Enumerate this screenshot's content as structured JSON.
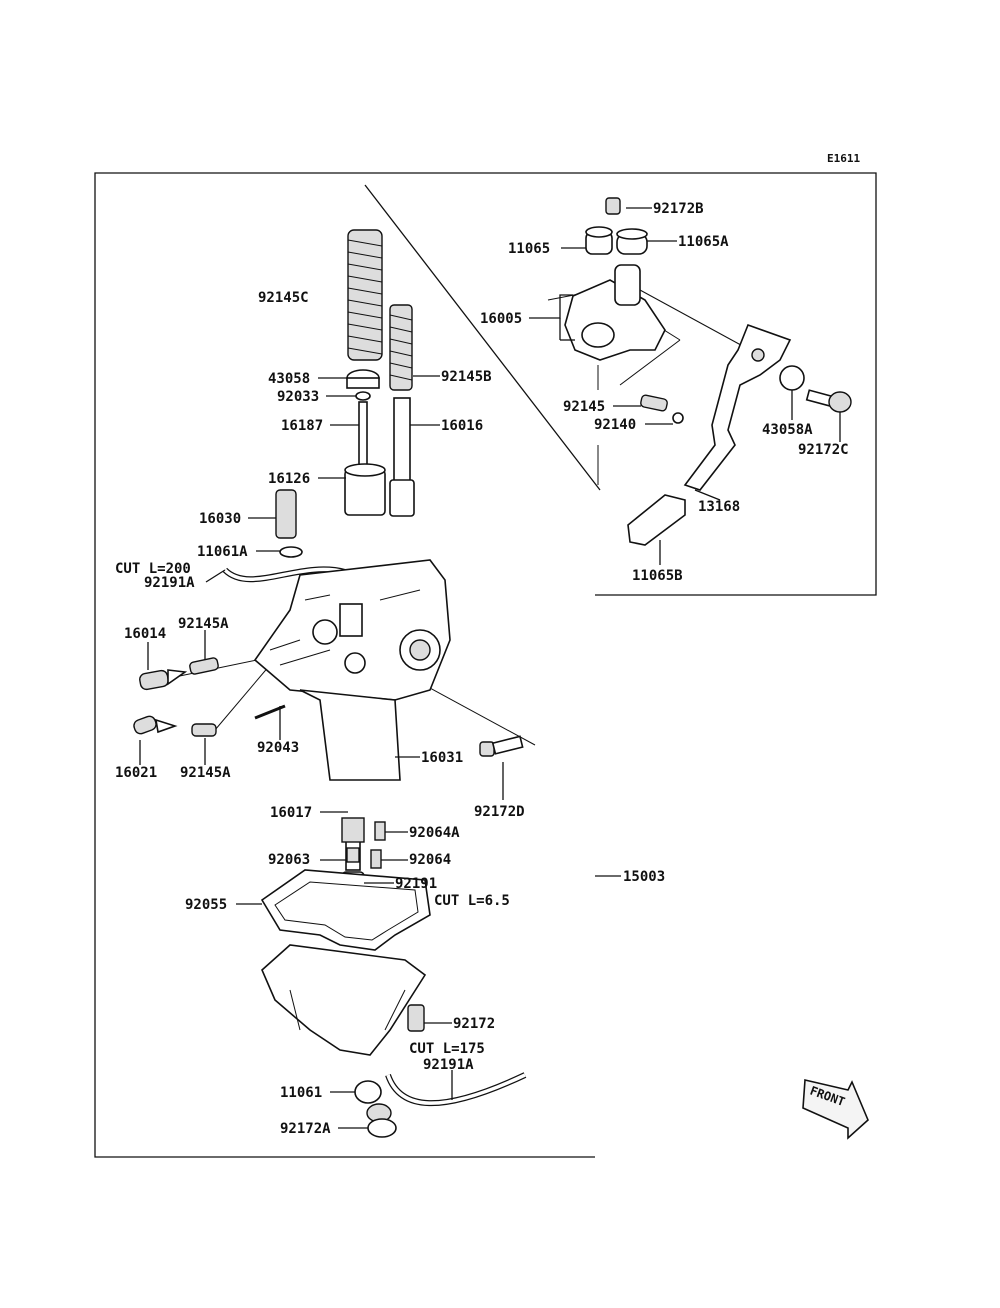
{
  "diagram_code": "E1611",
  "front_label": "FRONT",
  "labels": {
    "p92172B": "92172B",
    "p11065": "11065",
    "p11065A": "11065A",
    "p16005": "16005",
    "p92145C": "92145C",
    "p43058": "43058",
    "p92145B": "92145B",
    "p92033": "92033",
    "p16187": "16187",
    "p16016": "16016",
    "p16126": "16126",
    "p16030": "16030",
    "p11061A": "11061A",
    "cut200": "CUT L=200",
    "p92191A_top": "92191A",
    "p16014": "16014",
    "p92145A_top": "92145A",
    "p16021": "16021",
    "p92145A_bot": "92145A",
    "p92043": "92043",
    "p16031": "16031",
    "p92172D": "92172D",
    "p16017": "16017",
    "p92064A": "92064A",
    "p92063": "92063",
    "p92064": "92064",
    "p92191": "92191",
    "cut65": "CUT L=6.5",
    "p92055": "92055",
    "p15003": "15003",
    "p92172": "92172",
    "cut175": "CUT L=175",
    "p92191A_bot": "92191A",
    "p11061": "11061",
    "p92172A": "92172A",
    "p92145": "92145",
    "p92140": "92140",
    "p43058A": "43058A",
    "p92172C": "92172C",
    "p13168": "13168",
    "p11065B": "11065B"
  }
}
